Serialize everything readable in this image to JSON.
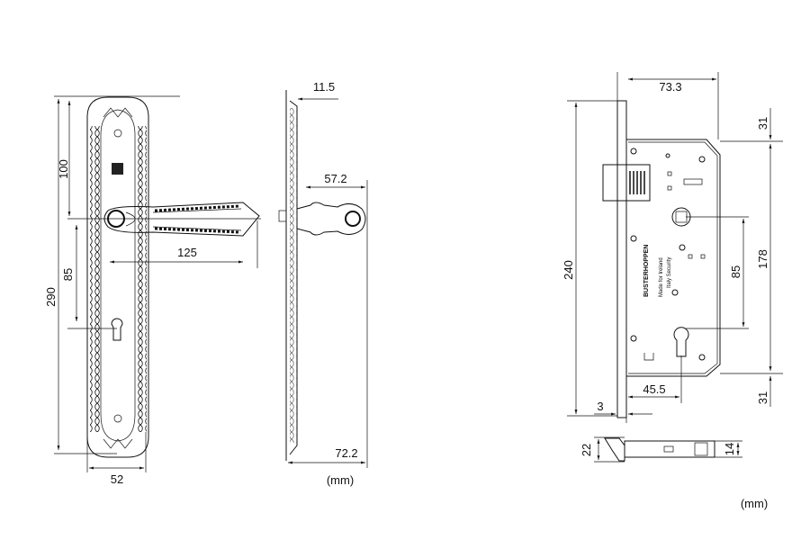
{
  "handle_front": {
    "height_total": "290",
    "top_to_handle": "100",
    "handle_to_keyhole": "85",
    "handle_length": "125",
    "plate_width": "52"
  },
  "handle_side": {
    "plate_thickness": "11.5",
    "handle_projection": "57.2",
    "total_depth": "72.2",
    "unit": "(mm)"
  },
  "lock_body": {
    "backset_width": "73.3",
    "top_offset": "31",
    "faceplate_height": "240",
    "case_height": "178",
    "center_distance": "85",
    "backset": "45.5",
    "bottom_offset": "31",
    "faceplate_thickness": "3",
    "latch_height": "22",
    "latch_width": "14",
    "brand_logo": "BUSTERHOPPEN",
    "engraving_line1": "Made for Ireland",
    "engraving_line2": "Italy Security",
    "unit": "(mm)"
  }
}
